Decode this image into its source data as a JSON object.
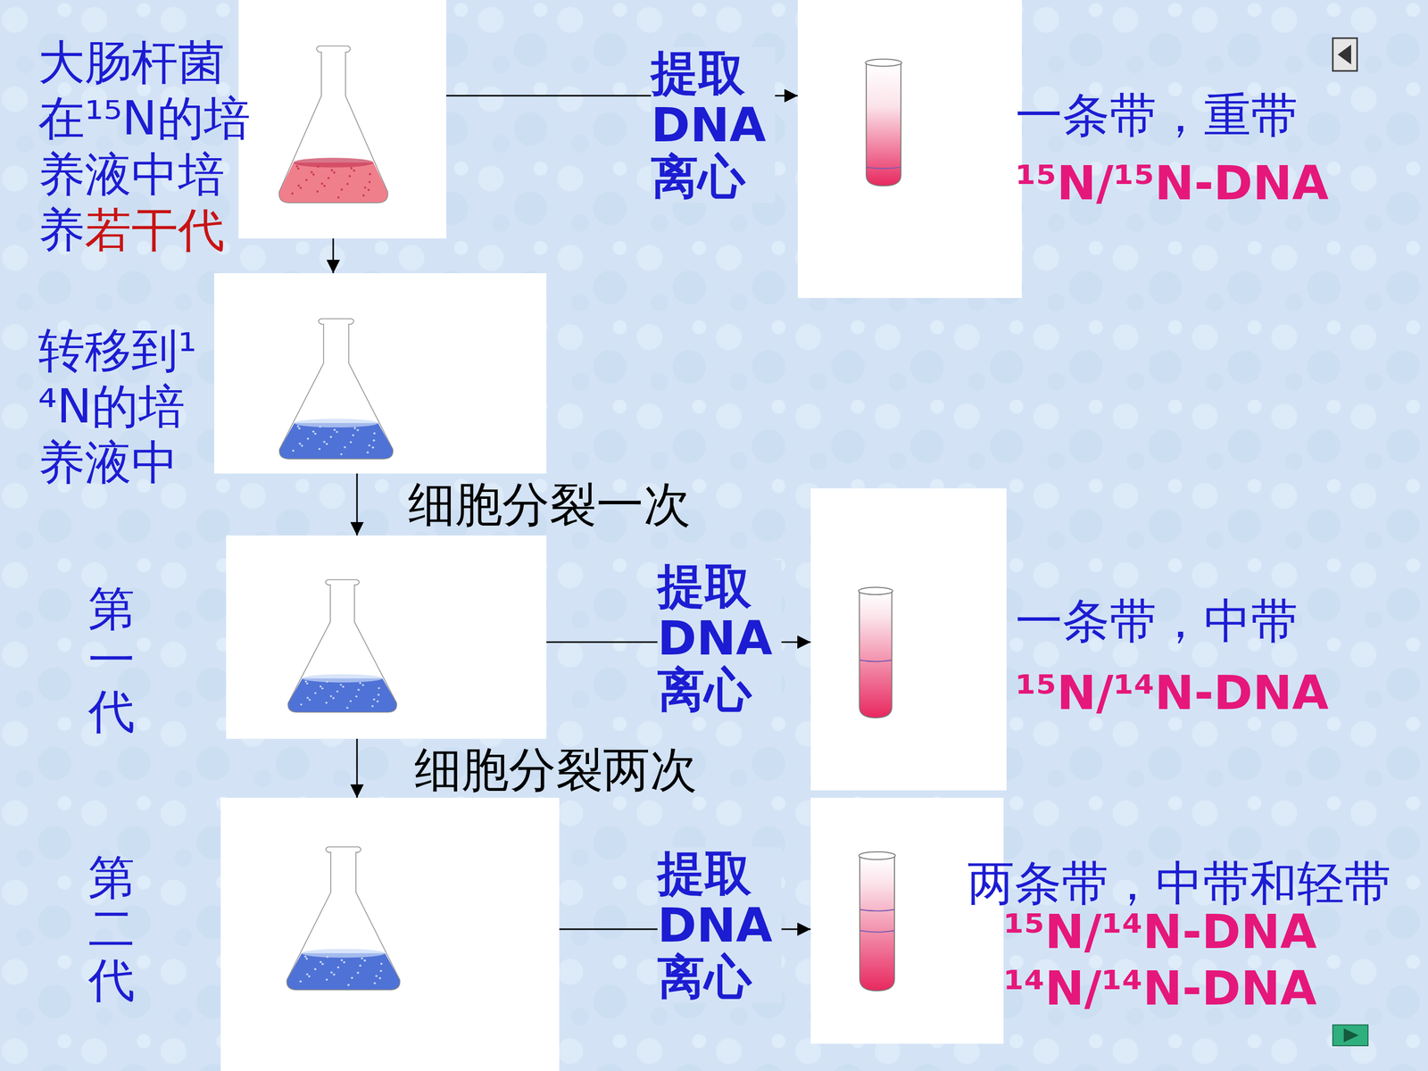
{
  "diagram": {
    "nodes": [
      {
        "text": [
          "大肠杆菌在¹⁵N的培养液中培养",
          "若干代"
        ]
      },
      {
        "text": [
          "转移到¹⁴N的培养液中"
        ]
      },
      {
        "text": [
          "第一代"
        ]
      },
      {
        "text": [
          "第二代"
        ]
      },
      {
        "text": [
          "一条带，重带",
          "¹⁵N/¹⁵N-DNA"
        ]
      },
      {
        "text": [
          "一条带，中带",
          "¹⁵N/¹⁴N-DNA"
        ]
      },
      {
        "text": [
          "两条带，中带和轻带",
          "¹⁵N/¹⁴N-DNA",
          "¹⁴N/¹⁴N-DNA"
        ]
      }
    ],
    "edges": [
      {
        "from": 0,
        "to": 1,
        "arrow": "to"
      },
      {
        "from": 1,
        "to": 2,
        "label": "细胞分裂一次",
        "arrow": "to"
      },
      {
        "from": 2,
        "to": 3,
        "label": "细胞分裂两次",
        "arrow": "to"
      },
      {
        "from": 0,
        "to": 4,
        "label": "提取 DNA 离心",
        "arrow": "to"
      },
      {
        "from": 2,
        "to": 5,
        "label": "提取 DNA 离心",
        "arrow": "to"
      },
      {
        "from": 3,
        "to": 6,
        "label": "提取 DNA 离心",
        "arrow": "to"
      }
    ]
  }
}
